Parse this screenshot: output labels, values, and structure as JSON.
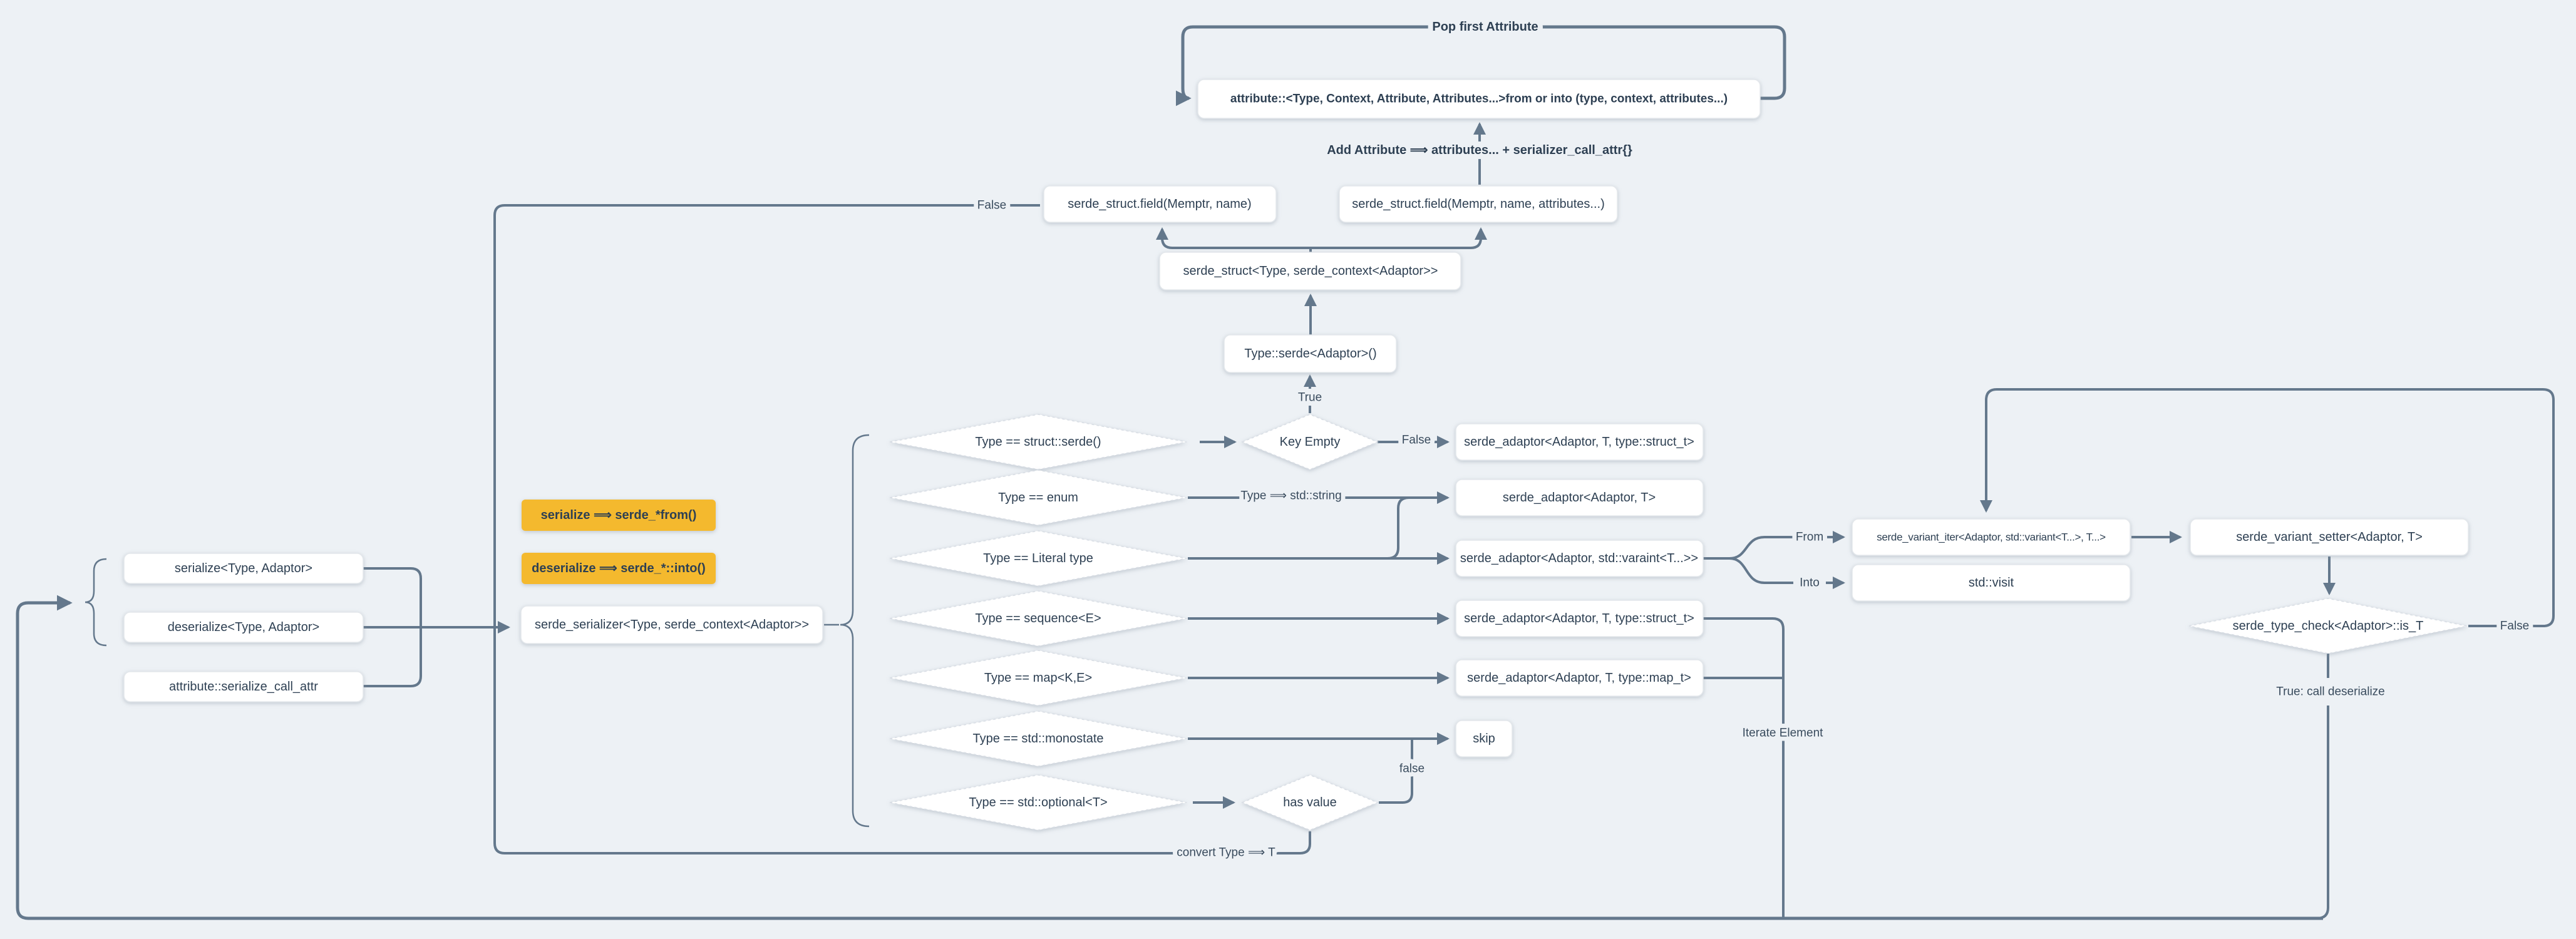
{
  "colors": {
    "background": "#EDF1F5",
    "line": "#64788C",
    "text": "#2E4053",
    "node_bg": "#FFFFFF",
    "node_border": "#E3E7EB",
    "note_yellow": "#F4B92D"
  },
  "top": {
    "pop_loop_label": "Pop first Attribute",
    "attribute_node": "attribute::<Type, Context, Attribute, Attributes...>from or into (type, context, attributes...)",
    "add_attribute_label": "Add Attribute ⟹ attributes... + serializer_call_attr{}",
    "field_node": "serde_struct.field(Memptr, name)",
    "field_attr_node": "serde_struct.field(Memptr, name, attributes...)",
    "false_label": "False",
    "struct_node": "serde_struct<Type, serde_context<Adaptor>>",
    "type_serde_node": "Type::serde<Adaptor>()",
    "true_label": "True"
  },
  "left": {
    "serialize_node": "serialize<Type, Adaptor>",
    "deserialize_node": "deserialize<Type, Adaptor>",
    "attr_call_node": "attribute::serialize_call_attr",
    "serialize_note": "serialize ⟹ serde_*from()",
    "deserialize_note": "deserialize ⟹ serde_*::into()",
    "serializer_node": "serde_serializer<Type, serde_context<Adaptor>>"
  },
  "decisions": {
    "key_empty_node": "Key Empty",
    "key_false_label": "False",
    "rows": [
      {
        "condition": "Type == struct::serde()",
        "target": "serde_adaptor<Adaptor, T, type::struct_t>"
      },
      {
        "condition": "Type == enum",
        "target": "serde_adaptor<Adaptor, T>",
        "edge_label": "Type ⟹ std::string"
      },
      {
        "condition": "Type == Literal type",
        "target": "serde_adaptor<Adaptor, std::varaint<T...>>"
      },
      {
        "condition": "Type == sequence<E>",
        "target": "serde_adaptor<Adaptor, T, type::struct_t>"
      },
      {
        "condition": "Type == map<K,E>",
        "target": "serde_adaptor<Adaptor, T, type::map_t>"
      },
      {
        "condition": "Type == std::monostate",
        "target": "skip"
      },
      {
        "condition": "Type == std::optional<T>",
        "target": "has value",
        "edge_false": "false"
      }
    ],
    "iterate_label": "Iterate Element",
    "convert_label": "convert Type ⟹ T"
  },
  "variant": {
    "from_label": "From",
    "into_label": "Into",
    "iter_node": "serde_variant_iter<Adaptor, std::variant<T...>, T...>",
    "setter_node": "serde_variant_setter<Adaptor, T>",
    "visit_node": "std::visit",
    "check_node": "serde_type_check<Adaptor>::is_T",
    "false_label": "False",
    "true_label": "True:  call deserialize"
  }
}
